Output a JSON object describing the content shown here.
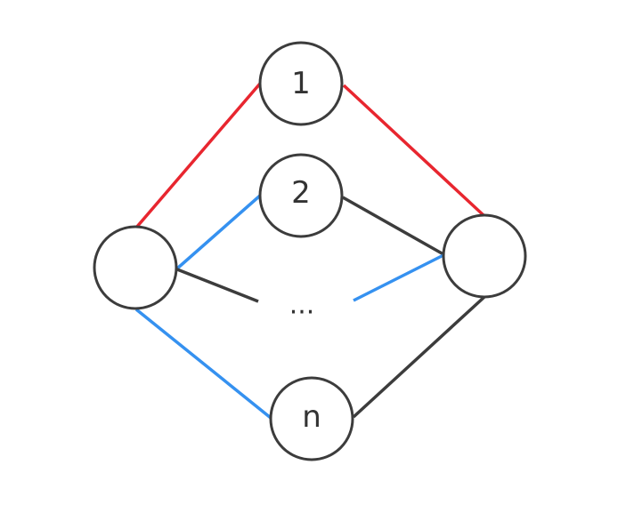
{
  "colors": {
    "red": "#e8262f",
    "blue": "#3591f0",
    "dark": "#3c3c3c"
  },
  "nodes": {
    "left": {
      "label": ""
    },
    "right": {
      "label": ""
    },
    "n1": {
      "label": "1"
    },
    "n2": {
      "label": "2"
    },
    "nn": {
      "label": "n"
    }
  },
  "ellipsis": "..."
}
